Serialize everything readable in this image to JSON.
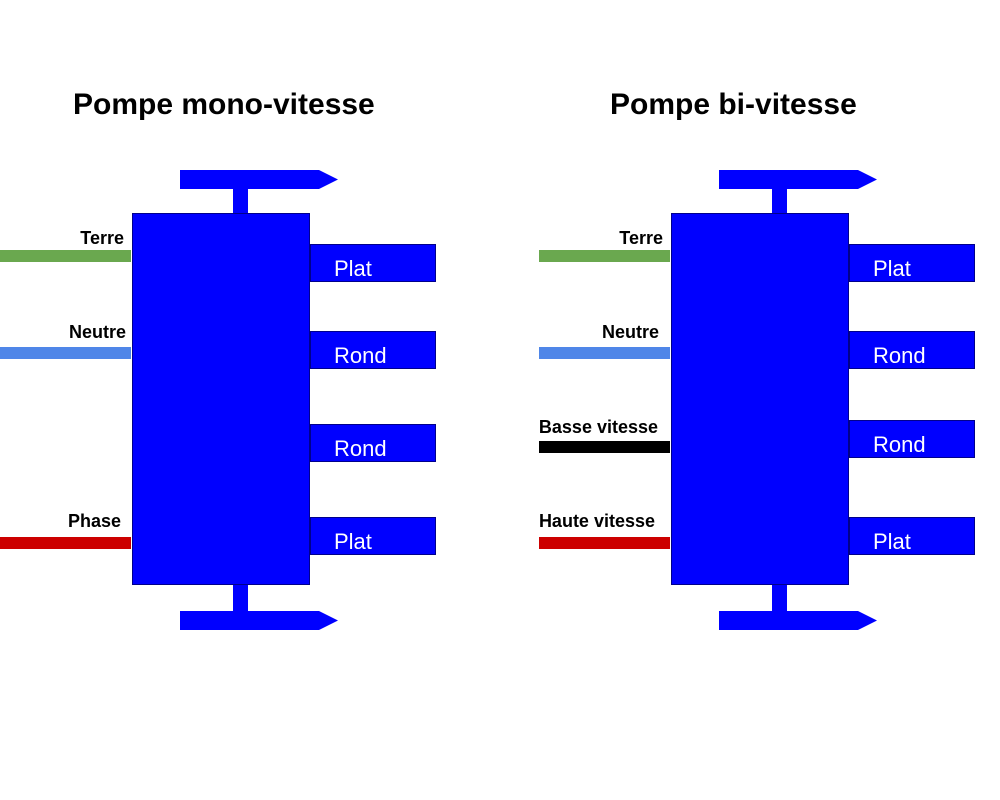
{
  "colors": {
    "pump_blue": "#0000ff",
    "earth_green": "#6aa84f",
    "neutral_blue": "#4f86e8",
    "black_wire": "#000000",
    "phase_red": "#cc0000"
  },
  "mono": {
    "title": "Pompe mono-vitesse",
    "wires": [
      {
        "label": "Terre"
      },
      {
        "label": "Neutre"
      },
      {
        "label": "Phase"
      }
    ],
    "terminals": [
      {
        "label": "Plat"
      },
      {
        "label": "Rond"
      },
      {
        "label": "Rond"
      },
      {
        "label": "Plat"
      }
    ]
  },
  "bi": {
    "title": "Pompe bi-vitesse",
    "wires": [
      {
        "label": "Terre"
      },
      {
        "label": "Neutre"
      },
      {
        "label": "Basse vitesse"
      },
      {
        "label": "Haute vitesse"
      }
    ],
    "terminals": [
      {
        "label": "Plat"
      },
      {
        "label": "Rond"
      },
      {
        "label": "Rond"
      },
      {
        "label": "Plat"
      }
    ]
  }
}
